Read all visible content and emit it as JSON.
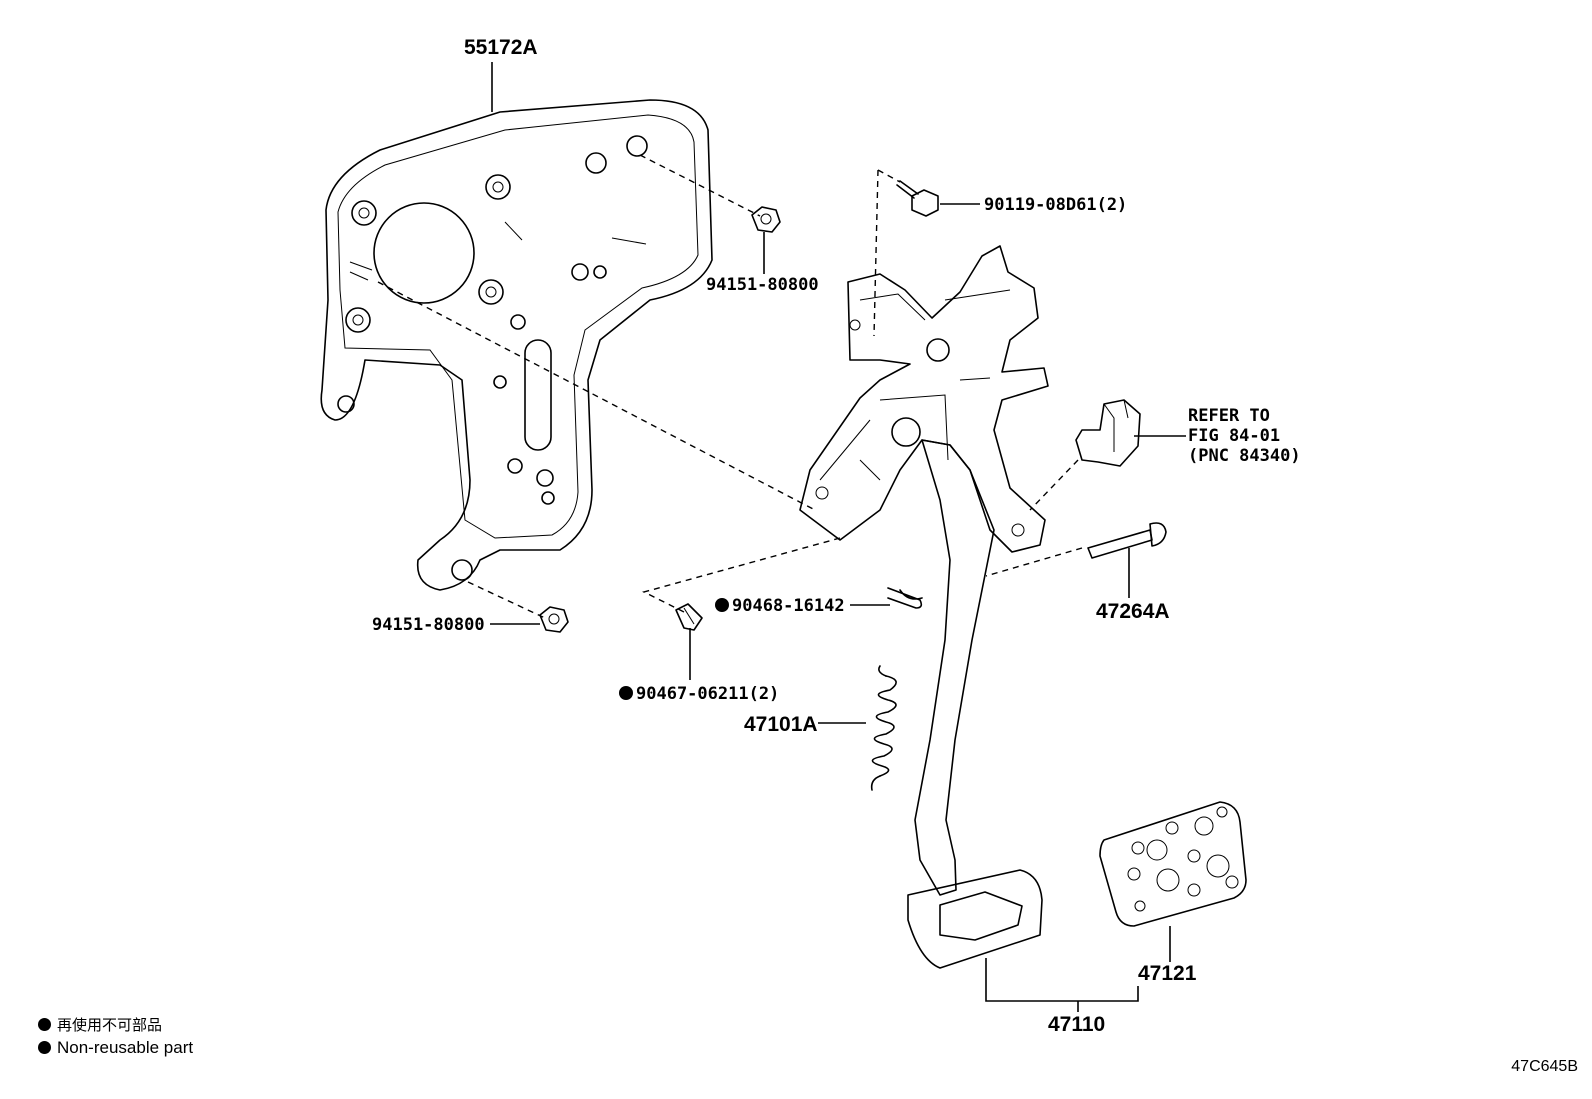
{
  "labels": {
    "bracket_top": "55172A",
    "bolt_top": "90119-08D61(2)",
    "nut_upper": "94151-80800",
    "nut_lower": "94151-80800",
    "refer_line1": "REFER TO",
    "refer_line2": "FIG 84-01",
    "refer_line3": "(PNC 84340)",
    "clip_pin": "90468-16142",
    "bushing": "90467-06211(2)",
    "spring": "47101A",
    "pin_shaft": "47264A",
    "pedal_pad": "47121",
    "pedal_assy": "47110"
  },
  "legend": {
    "line1": "再使用不可部品",
    "line2": "Non-reusable part"
  },
  "figure_code": "47C645B"
}
